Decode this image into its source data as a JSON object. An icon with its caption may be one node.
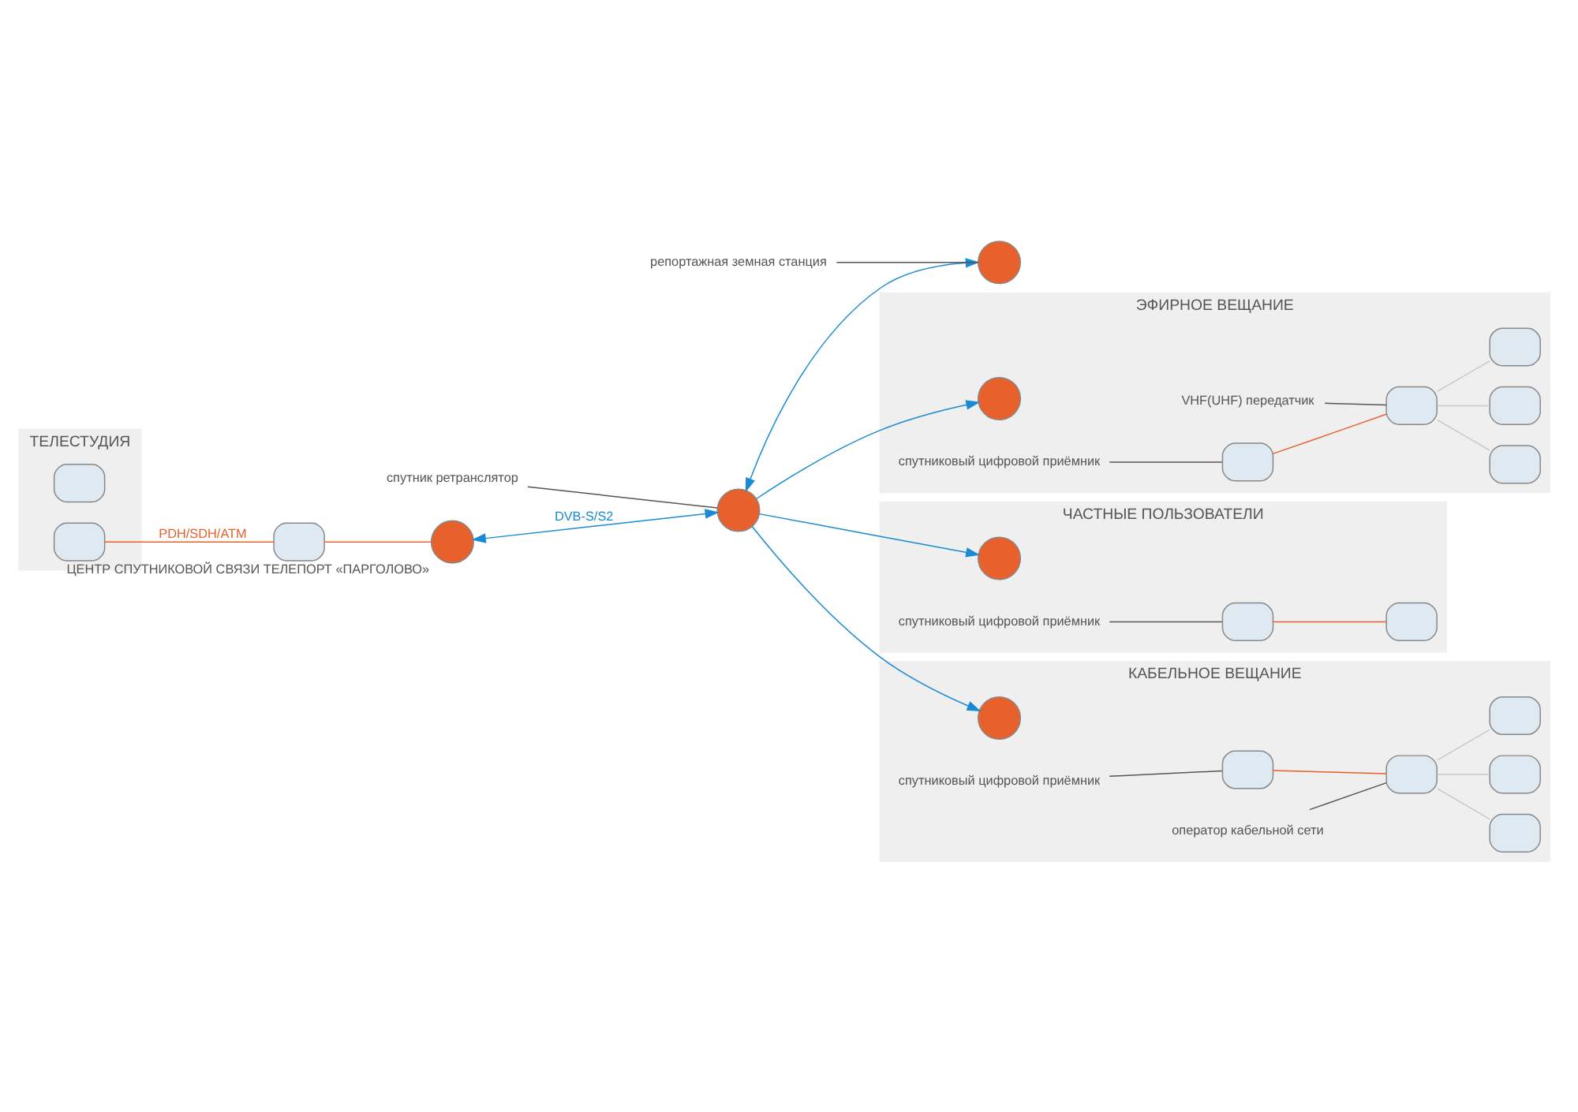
{
  "diagram": {
    "nodes": [
      {
        "text": [
          "ТЕЛЕСТУДИЯ"
        ]
      },
      {
        "text": [],
        "shape": "box",
        "in": 0
      },
      {
        "text": [],
        "shape": "box",
        "in": 0
      },
      {
        "text": [
          "спутник ретранслятор"
        ]
      },
      {
        "text": [],
        "shape": "circle"
      },
      {
        "text": [],
        "shape": "box"
      },
      {
        "text": [],
        "shape": "circle",
        "beside": [
          "ЦЕНТР СПУТНИКОВОЙ СВЯЗИ ТЕЛЕПОРТ «ПАРГОЛОВО»"
        ]
      },
      {
        "text": [],
        "shape": "circle"
      },
      {
        "text": [
          "репортажная земная станция"
        ]
      },
      {
        "text": [
          "ЭФИРНОЕ ВЕЩАНИЕ"
        ]
      },
      {
        "text": [
          "VHF(UHF) передатчик"
        ],
        "in": 9
      },
      {
        "text": [],
        "shape": "circle",
        "in": 9
      },
      {
        "text": [],
        "shape": "box",
        "in": 9
      },
      {
        "text": [],
        "shape": "box",
        "in": 9
      },
      {
        "text": [],
        "shape": "box",
        "in": 9
      },
      {
        "text": [],
        "shape": "box",
        "in": 9
      },
      {
        "text": [],
        "shape": "box",
        "in": 9
      },
      {
        "text": [
          "спутниковый цифровой приёмник"
        ],
        "in": 9
      },
      {
        "text": [
          "ЧАСТНЫЕ ПОЛЬЗОВАТЕЛИ"
        ]
      },
      {
        "text": [],
        "shape": "circle",
        "in": 18
      },
      {
        "text": [],
        "shape": "box",
        "in": 18
      },
      {
        "text": [],
        "shape": "box",
        "in": 18
      },
      {
        "text": [
          "спутниковый цифровой приёмник"
        ],
        "in": 18
      },
      {
        "text": [
          "КАБЕЛЬНОЕ ВЕЩАНИЕ"
        ]
      },
      {
        "text": [],
        "shape": "circle",
        "in": 23
      },
      {
        "text": [],
        "shape": "box",
        "in": 23
      },
      {
        "text": [],
        "shape": "box",
        "in": 23
      },
      {
        "text": [],
        "shape": "box",
        "in": 23
      },
      {
        "text": [],
        "shape": "box",
        "in": 23
      },
      {
        "text": [],
        "shape": "box",
        "in": 23
      },
      {
        "text": [
          "спутниковый цифровой приёмник"
        ],
        "in": 23
      },
      {
        "text": [
          "оператор кабельной сети"
        ],
        "in": 23
      }
    ],
    "edges": [
      {
        "from": 3,
        "to": 4,
        "arrow": "none"
      },
      {
        "from": 2,
        "to": 5,
        "arrow": "none",
        "label": "PDH/SDH/ATM",
        "color": "#e8602c"
      },
      {
        "from": 5,
        "to": 6,
        "arrow": "none",
        "color": "#e8602c"
      },
      {
        "from": 6,
        "to": 4,
        "arrow": "both",
        "label": "DVB-S/S2",
        "color": "#1a8ad4"
      },
      {
        "from": 4,
        "to": 7,
        "arrow": "both",
        "color": "#1a8ad4"
      },
      {
        "from": 8,
        "to": 7,
        "arrow": "none"
      },
      {
        "from": 4,
        "to": 11,
        "arrow": "to",
        "color": "#1a8ad4"
      },
      {
        "from": 4,
        "to": 19,
        "arrow": "to",
        "color": "#1a8ad4"
      },
      {
        "from": 4,
        "to": 24,
        "arrow": "to",
        "color": "#1a8ad4"
      },
      {
        "from": 10,
        "to": 13,
        "arrow": "none"
      },
      {
        "from": 12,
        "to": 13,
        "arrow": "none",
        "color": "#e8602c"
      },
      {
        "from": 13,
        "to": 14,
        "arrow": "none",
        "color": "#c8c8c8"
      },
      {
        "from": 13,
        "to": 15,
        "arrow": "none",
        "color": "#c8c8c8"
      },
      {
        "from": 13,
        "to": 16,
        "arrow": "none",
        "color": "#c8c8c8"
      },
      {
        "from": 17,
        "to": 12,
        "arrow": "none"
      },
      {
        "from": 20,
        "to": 21,
        "arrow": "none",
        "color": "#e8602c"
      },
      {
        "from": 22,
        "to": 20,
        "arrow": "none"
      },
      {
        "from": 25,
        "to": 26,
        "arrow": "none",
        "color": "#e8602c"
      },
      {
        "from": 26,
        "to": 27,
        "arrow": "none",
        "color": "#c8c8c8"
      },
      {
        "from": 26,
        "to": 28,
        "arrow": "none",
        "color": "#c8c8c8"
      },
      {
        "from": 26,
        "to": 29,
        "arrow": "none",
        "color": "#c8c8c8"
      },
      {
        "from": 30,
        "to": 25,
        "arrow": "none"
      },
      {
        "from": 31,
        "to": 26,
        "arrow": "none"
      }
    ]
  }
}
